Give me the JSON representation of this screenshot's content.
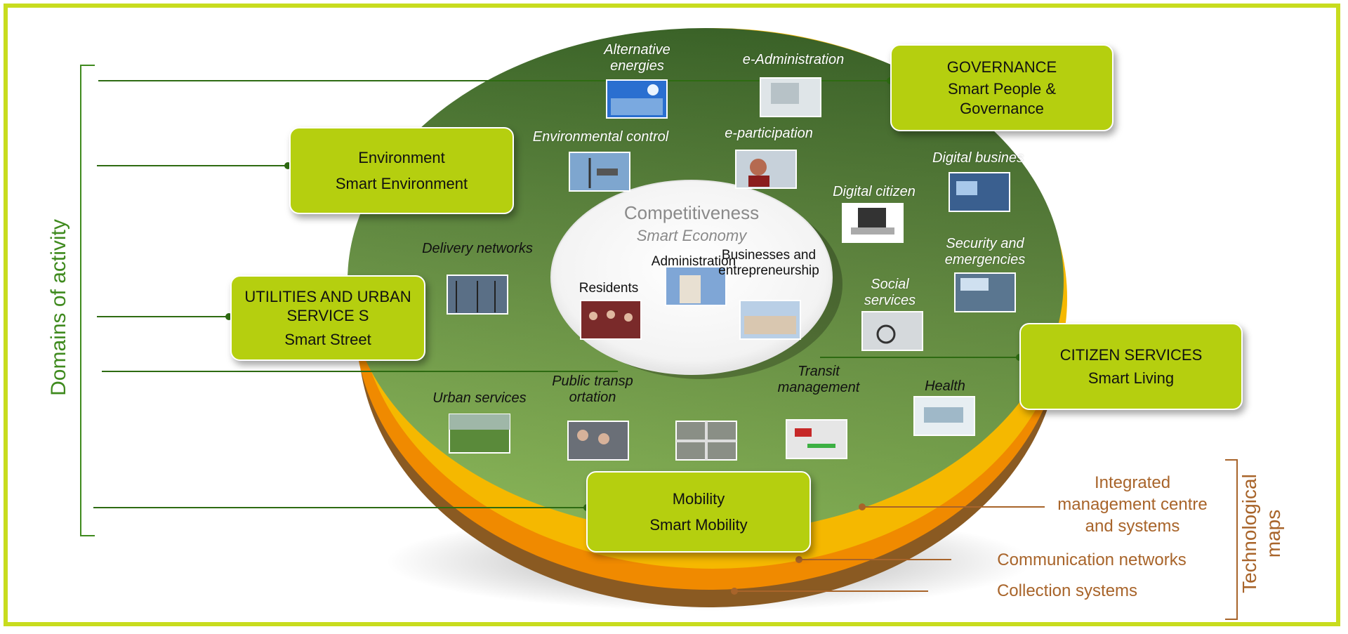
{
  "domains_title": "Domains of activity",
  "tech_title": "Technological maps",
  "boxes": {
    "governance": {
      "title": "GOVERNANCE",
      "subtitle": "Smart People & Governance"
    },
    "environment": {
      "title": "Environment",
      "subtitle": "Smart Environment"
    },
    "utilities": {
      "title": "UTILITIES AND URBAN SERVICE S",
      "subtitle": "Smart Street"
    },
    "citizen": {
      "title": "CITIZEN SERVICES",
      "subtitle": "Smart Living"
    },
    "mobility": {
      "title": "Mobility",
      "subtitle": "Smart Mobility"
    }
  },
  "center": {
    "title": "Competitiveness",
    "subtitle": "Smart Economy"
  },
  "center_items": {
    "residents": "Residents",
    "administration": "Administration",
    "businesses": "Businesses and entrepreneurship"
  },
  "services": {
    "alternative_energies": "Alternative energies",
    "e_administration": "e-Administration",
    "environmental_control": "Environmental control",
    "e_participation": "e-participation",
    "digital_business": "Digital busines",
    "digital_citizen": "Digital citizen",
    "security": "Security and emergencies",
    "delivery_networks": "Delivery networks",
    "social_services": "Social services",
    "transit_management": "Transit management",
    "health": "Health",
    "urban_services": "Urban services",
    "public_transportation": "Public transportation"
  },
  "layers": {
    "integrated": "Integrated management centre and systems",
    "communication": "Communication networks",
    "collection": "Collection systems"
  },
  "colors": {
    "frame": "#c8dc1e",
    "box": "#b5cf0f",
    "disc_dark": "#4f7a35",
    "disc_light": "#a7d86c",
    "layer_yellow": "#f5b800",
    "layer_orange": "#f08a00",
    "layer_brown": "#8a5a22",
    "tech_text": "#a8642a",
    "domain_text": "#3f8a1e"
  }
}
